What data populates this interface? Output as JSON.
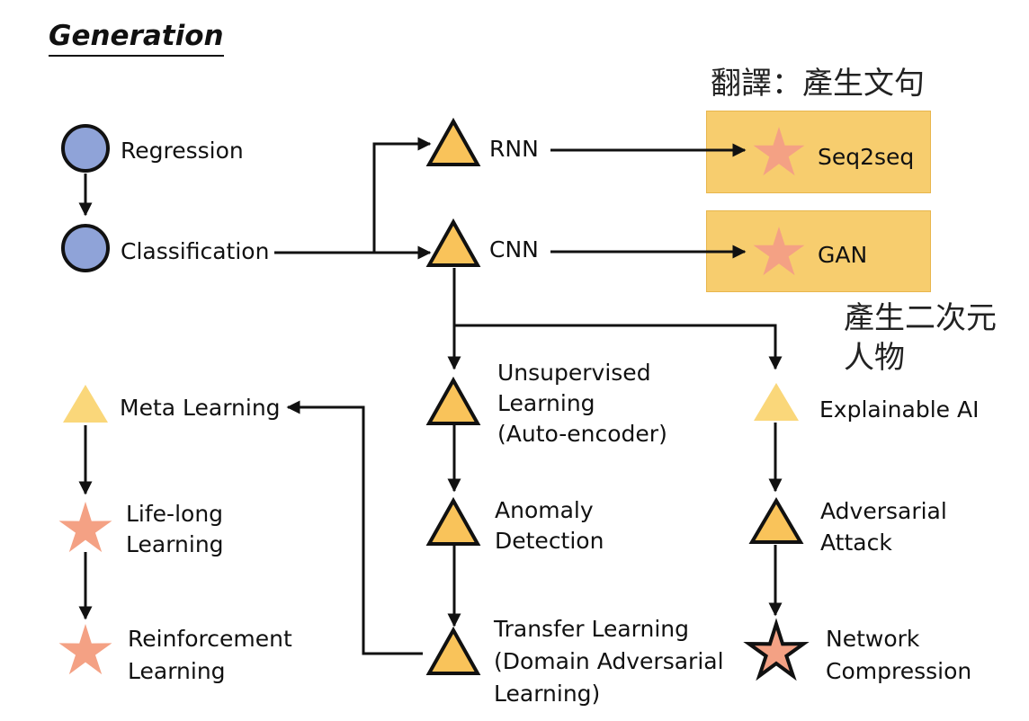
{
  "title": "Generation",
  "annotations": {
    "translation": "翻譯：產生文句",
    "anime_line1": "產生二次元",
    "anime_line2": "人物"
  },
  "nodes": {
    "regression": {
      "label": [
        "Regression"
      ],
      "shape": "circle"
    },
    "classification": {
      "label": [
        "Classification"
      ],
      "shape": "circle"
    },
    "rnn": {
      "label": [
        "RNN"
      ],
      "shape": "triangle"
    },
    "cnn": {
      "label": [
        "CNN"
      ],
      "shape": "triangle"
    },
    "seq2seq": {
      "label": [
        "Seq2seq"
      ],
      "shape": "star-highlighted"
    },
    "gan": {
      "label": [
        "GAN"
      ],
      "shape": "star-highlighted"
    },
    "unsupervised": {
      "label": [
        "Unsupervised",
        "Learning",
        "(Auto-encoder)"
      ],
      "shape": "triangle"
    },
    "anomaly": {
      "label": [
        "Anomaly",
        "Detection"
      ],
      "shape": "triangle"
    },
    "transfer": {
      "label": [
        "Transfer Learning",
        "(Domain Adversarial",
        "Learning)"
      ],
      "shape": "triangle"
    },
    "meta": {
      "label": [
        "Meta Learning"
      ],
      "shape": "triangle-light"
    },
    "lifelong": {
      "label": [
        "Life-long",
        "Learning"
      ],
      "shape": "star"
    },
    "reinforcement": {
      "label": [
        "Reinforcement",
        "Learning"
      ],
      "shape": "star"
    },
    "explainable": {
      "label": [
        "Explainable AI"
      ],
      "shape": "triangle-light"
    },
    "adversarial": {
      "label": [
        "Adversarial",
        "Attack"
      ],
      "shape": "triangle"
    },
    "compression": {
      "label": [
        "Network",
        "Compression"
      ],
      "shape": "star-outlined"
    }
  },
  "edges": [
    [
      "regression",
      "classification"
    ],
    [
      "classification",
      "rnn"
    ],
    [
      "classification",
      "cnn"
    ],
    [
      "rnn",
      "seq2seq"
    ],
    [
      "cnn",
      "gan"
    ],
    [
      "cnn",
      "unsupervised"
    ],
    [
      "cnn",
      "explainable"
    ],
    [
      "unsupervised",
      "anomaly"
    ],
    [
      "anomaly",
      "transfer"
    ],
    [
      "transfer",
      "meta"
    ],
    [
      "meta",
      "lifelong"
    ],
    [
      "lifelong",
      "reinforcement"
    ],
    [
      "explainable",
      "adversarial"
    ],
    [
      "adversarial",
      "compression"
    ]
  ],
  "colors": {
    "circle_fill": "#8fa3d8",
    "triangle_fill": "#f9c35a",
    "triangle_light_fill": "#fad77a",
    "star_fill": "#f4a184",
    "box_fill": "#f7cd6e",
    "stroke": "#111111"
  }
}
